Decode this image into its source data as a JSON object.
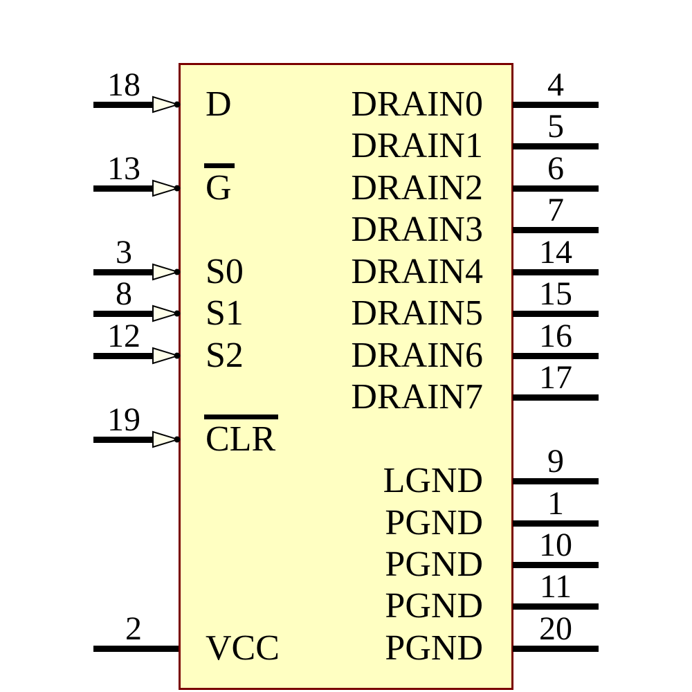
{
  "diagram": {
    "description": "IC schematic symbol, 20-pin",
    "colors": {
      "body_fill": "#FFFFC2",
      "body_border": "#7A0000",
      "wire": "#000000",
      "arrow_fill": "#FFFFEA",
      "text": "#000000"
    },
    "left_pins": [
      {
        "number": "18",
        "label": "D",
        "row": 0,
        "arrow": true,
        "overline": false
      },
      {
        "number": "13",
        "label": "G",
        "row": 2,
        "arrow": true,
        "overline": true
      },
      {
        "number": "3",
        "label": "S0",
        "row": 4,
        "arrow": true,
        "overline": false
      },
      {
        "number": "8",
        "label": "S1",
        "row": 5,
        "arrow": true,
        "overline": false
      },
      {
        "number": "12",
        "label": "S2",
        "row": 6,
        "arrow": true,
        "overline": false
      },
      {
        "number": "19",
        "label": "CLR",
        "row": 8,
        "arrow": true,
        "overline": true
      },
      {
        "number": "2",
        "label": "VCC",
        "row": 13,
        "arrow": false,
        "overline": false
      }
    ],
    "right_pins": [
      {
        "number": "4",
        "label": "DRAIN0",
        "row": 0
      },
      {
        "number": "5",
        "label": "DRAIN1",
        "row": 1
      },
      {
        "number": "6",
        "label": "DRAIN2",
        "row": 2
      },
      {
        "number": "7",
        "label": "DRAIN3",
        "row": 3
      },
      {
        "number": "14",
        "label": "DRAIN4",
        "row": 4
      },
      {
        "number": "15",
        "label": "DRAIN5",
        "row": 5
      },
      {
        "number": "16",
        "label": "DRAIN6",
        "row": 6
      },
      {
        "number": "17",
        "label": "DRAIN7",
        "row": 7
      },
      {
        "number": "9",
        "label": "LGND",
        "row": 9
      },
      {
        "number": "1",
        "label": "PGND",
        "row": 10
      },
      {
        "number": "10",
        "label": "PGND",
        "row": 11
      },
      {
        "number": "11",
        "label": "PGND",
        "row": 12
      },
      {
        "number": "20",
        "label": "PGND",
        "row": 13
      }
    ]
  }
}
